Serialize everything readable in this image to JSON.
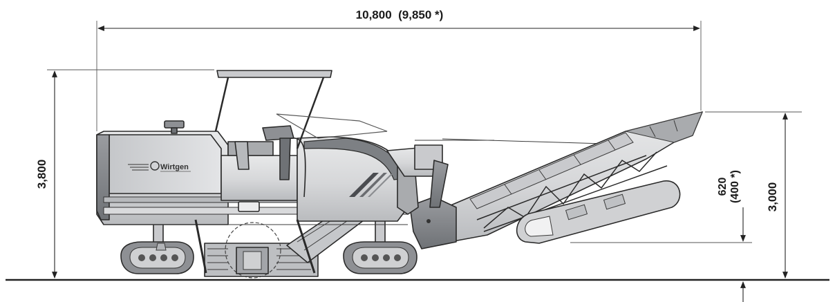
{
  "dimensions": {
    "overall_length": "10,800  (9,850 *)",
    "overall_height": "3,800",
    "discharge_height": "3,000",
    "conveyor_clearance_line1": "620",
    "conveyor_clearance_line2": "(400 *)"
  },
  "branding": {
    "logo_text": "Wirtgen"
  },
  "colors": {
    "body": "#d9dadc",
    "body_dark": "#a9abae",
    "body_shadow": "#7d8084",
    "line": "#2a2a2a",
    "ground": "#222222"
  }
}
